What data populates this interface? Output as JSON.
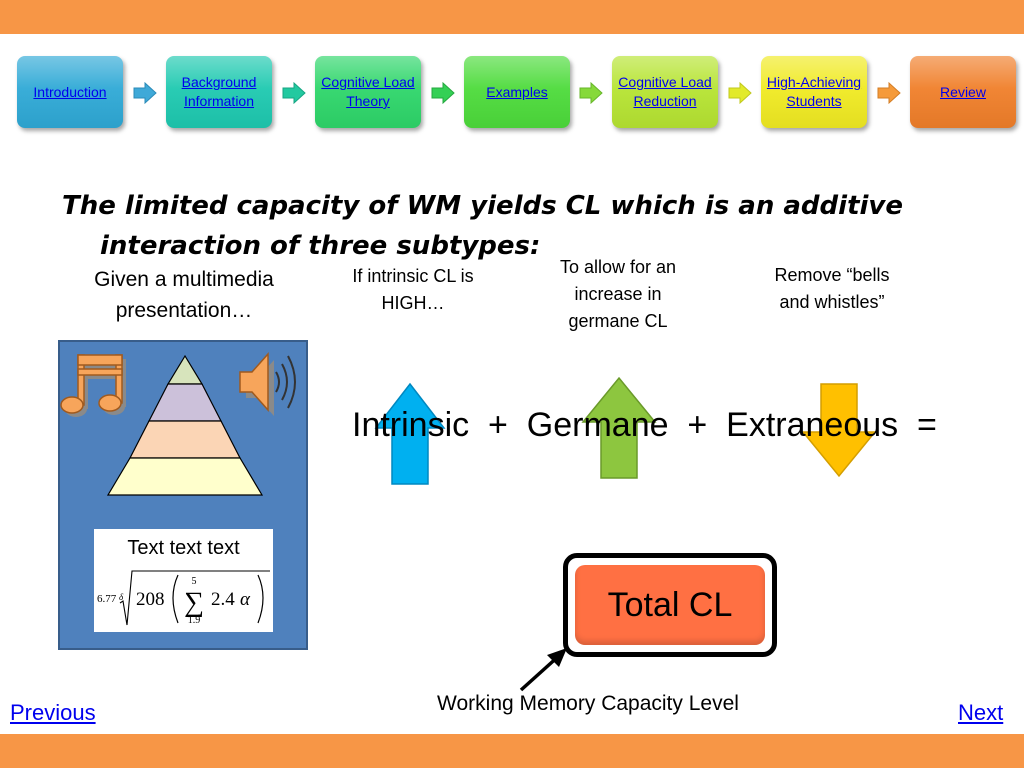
{
  "nav": {
    "buttons": [
      {
        "label": "Introduction",
        "color": "#2fa9d6"
      },
      {
        "label": "Background Information",
        "color": "#1ec9b0"
      },
      {
        "label": "Cognitive Load Theory",
        "color": "#2ed66a"
      },
      {
        "label": "Examples",
        "color": "#4ddb3b"
      },
      {
        "label": "Cognitive Load Reduction",
        "color": "#b6e432"
      },
      {
        "label": "High-Achieving Students",
        "color": "#f0ea22"
      },
      {
        "label": "Review",
        "color": "#f07f2a"
      }
    ]
  },
  "heading": {
    "line1": "The limited capacity of WM yields CL which is an additive",
    "line2": "interaction of three subtypes:"
  },
  "captions": {
    "multimedia_1": "Given a multimedia",
    "multimedia_2": "presentation…",
    "intrinsic_1": "If intrinsic CL is",
    "intrinsic_2": "HIGH…",
    "germane_1": "To allow for an",
    "germane_2": "increase in",
    "germane_3": "germane CL",
    "extraneous_1": "Remove “bells",
    "extraneous_2": "and whistles”"
  },
  "panel": {
    "text_box": "Text text text",
    "formula": {
      "coef": "6.77",
      "delta": "δ",
      "number": "208",
      "upper": "5",
      "lower": "1.9",
      "term": "2.4",
      "alpha": "α"
    }
  },
  "equation": "Intrinsic  +  Germane  +  Extraneous  =",
  "total_cl": "Total CL",
  "wm_label": "Working Memory Capacity Level",
  "footer": {
    "previous": "Previous",
    "next": "Next"
  },
  "colors": {
    "band": "#f79646",
    "panel": "#4f81bd",
    "intrinsic_arrow": "#00b0f0",
    "germane_arrow": "#8dc63f",
    "extraneous_arrow": "#ffc000",
    "total_fill": "#ff7043"
  },
  "icons": [
    "music-notes-icon",
    "speaker-icon",
    "pyramid-icon",
    "up-arrow-icon",
    "down-arrow-icon",
    "pointer-arrow-icon",
    "chevron-right-icon"
  ]
}
